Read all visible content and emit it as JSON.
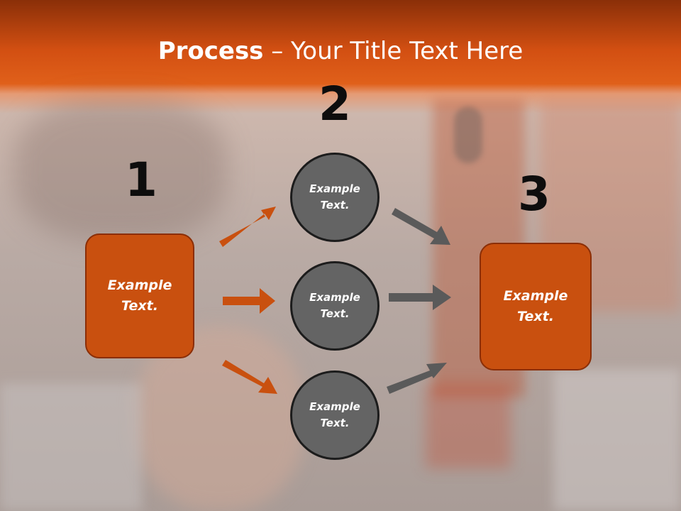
{
  "title": {
    "bold": "Process",
    "rest": " – Your Title Text Here"
  },
  "steps": [
    {
      "number": "1",
      "text": "Example\nText."
    },
    {
      "number": "2",
      "items": [
        "Example\nText.",
        "Example\nText.",
        "Example\nText."
      ]
    },
    {
      "number": "3",
      "text": "Example\nText."
    }
  ],
  "colors": {
    "accent": "#c9500f",
    "header": "#d24f12",
    "circle": "#646464",
    "arrow_orange": "#c9500f",
    "arrow_gray": "#5a5a5a"
  }
}
